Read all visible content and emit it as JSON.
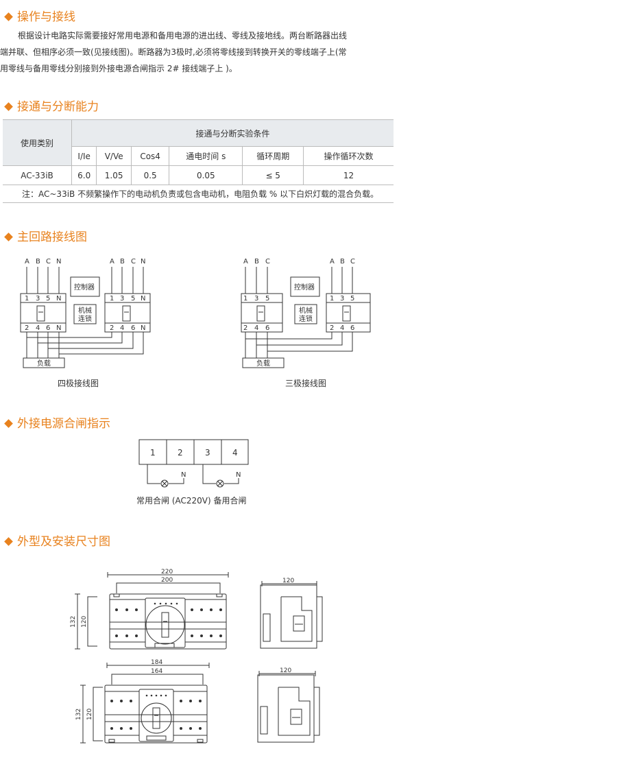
{
  "sections": {
    "operation_title": "操作与接线",
    "operation_p1": "根据设计电路实际需要接好常用电源和备用电源的进出线、零线及接地线。两台断路器出线",
    "operation_p2": "端并联、但相序必须一致(见接线图)。断路器为3极时,必须将零线接到转换开关的零线端子上(常",
    "operation_p3": "用零线与备用零线分别接到外接电源合闸指示 2# 接线端子上 )。",
    "breaking_title": "接通与分断能力",
    "wiring_title": "主回路接线图",
    "indicator_title": "外接电源合闸指示",
    "dimension_title": "外型及安装尺寸图"
  },
  "table": {
    "category_header": "使用类别",
    "group_header": "接通与分断实验条件",
    "columns": [
      "I/Ie",
      "V/Ve",
      "Cos4",
      "通电时间 s",
      "循环周期",
      "操作循环次数"
    ],
    "row": {
      "category": "AC-33iB",
      "values": [
        "6.0",
        "1.05",
        "0.5",
        "0.05",
        "≤ 5",
        "12"
      ]
    },
    "note": "注：AC~33iB 不频繁操作下的电动机负责或包含电动机，电阻负载 % 以下白炽灯载的混合负载。"
  },
  "wiring": {
    "four_pole_caption": "四极接线图",
    "three_pole_caption": "三极接线图",
    "controller": "控制器",
    "interlock_line1": "机械",
    "interlock_line2": "连锁",
    "load": "负载",
    "phases4": [
      "A",
      "B",
      "C",
      "N"
    ],
    "phases3": [
      "A",
      "B",
      "C"
    ],
    "top_terms4": [
      "1",
      "3",
      "5",
      "N"
    ],
    "bottom_terms4": [
      "2",
      "4",
      "6",
      "N"
    ],
    "top_terms3": [
      "1",
      "3",
      "5"
    ],
    "bottom_terms3": [
      "2",
      "4",
      "6"
    ]
  },
  "indicator": {
    "terminals": [
      "1",
      "2",
      "3",
      "4"
    ],
    "neutral": "N",
    "caption": "常用合闸 (AC220V)  备用合闸"
  },
  "dimensions": {
    "top_outer_width": "220",
    "top_inner_width": "200",
    "top_outer_height": "132",
    "top_inner_height": "120",
    "top_depth": "120",
    "bottom_outer_width": "184",
    "bottom_inner_width": "164",
    "bottom_outer_height": "132",
    "bottom_inner_height": "120",
    "bottom_depth": "120"
  },
  "colors": {
    "accent": "#e8821e",
    "table_header": "#e8ebee"
  }
}
